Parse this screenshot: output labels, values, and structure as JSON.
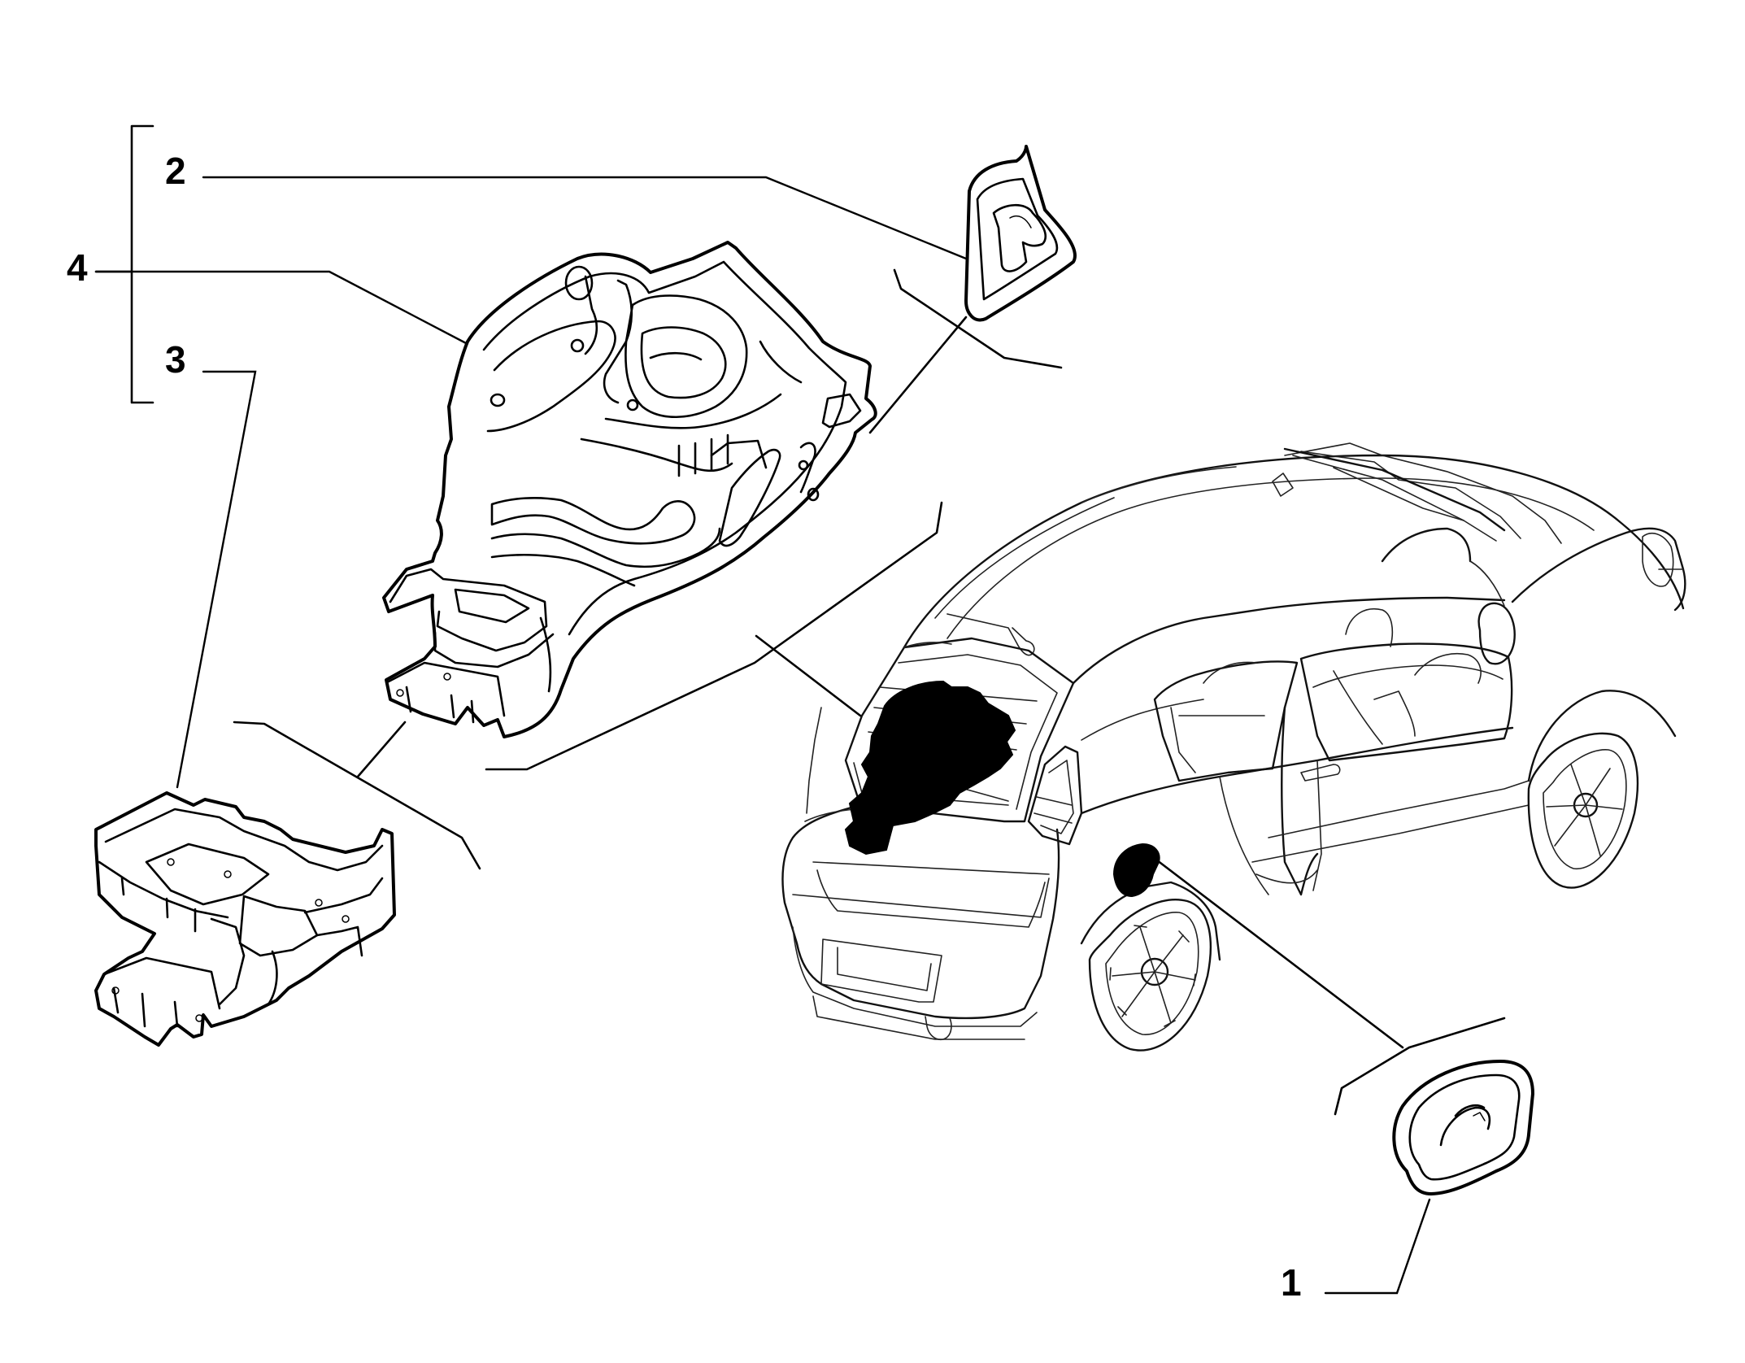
{
  "diagram": {
    "callouts": [
      {
        "id": "callout-1",
        "label": "1"
      },
      {
        "id": "callout-2",
        "label": "2"
      },
      {
        "id": "callout-3",
        "label": "3"
      },
      {
        "id": "callout-4",
        "label": "4"
      }
    ]
  },
  "colors": {
    "line": "#000000",
    "background": "#ffffff"
  }
}
